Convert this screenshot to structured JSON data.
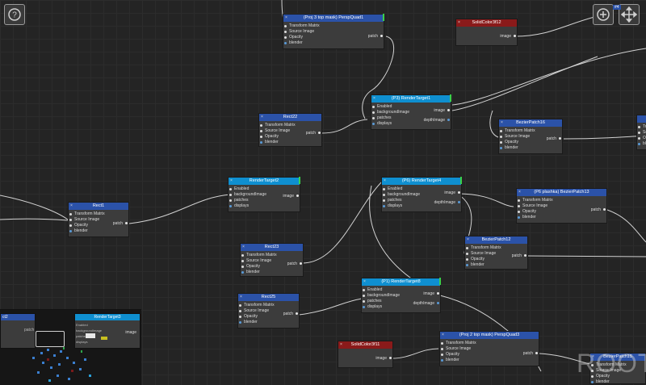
{
  "toolbar": {
    "help_icon": "help-icon",
    "zoom_icon": "zoom-in-icon",
    "pan_icon": "move-icon",
    "badge": "#4"
  },
  "watermark": "ROOT",
  "minimap": {
    "node1_title": "ct2",
    "node2_title": "RenderTarget3",
    "node2_image_label": "image",
    "node2_inputs": [
      "Enabled",
      "backgroundImage",
      "patches",
      "displays"
    ],
    "node2_patch_label": "patch"
  },
  "nodes": {
    "persp1": {
      "title": "(Proj 3 top mask) PerspQuad1",
      "inputs": [
        "Transform Matrix",
        "Source Image",
        "Opacity",
        "blender"
      ],
      "outputs": [
        "patch"
      ]
    },
    "solid2": {
      "title": "SolidColor3f12",
      "inputs": [],
      "outputs": [
        "image"
      ]
    },
    "rt1": {
      "title": "(P3) RenderTarget1",
      "inputs": [
        "Enabled",
        "backgroundImage",
        "patches",
        "displays"
      ],
      "outputs": [
        "image",
        "depthImage"
      ]
    },
    "rect22": {
      "title": "Rect22",
      "inputs": [
        "Transform Matrix",
        "Source Image",
        "Opacity",
        "blender"
      ],
      "outputs": [
        "patch"
      ]
    },
    "bezier16": {
      "title": "BezierPatch16",
      "inputs": [
        "Transform Matrix",
        "Source Image",
        "Opacity",
        "blender"
      ],
      "outputs": [
        "patch"
      ]
    },
    "rt2": {
      "title": "RenderTarget2",
      "inputs": [
        "Enabled",
        "backgroundImage",
        "patches",
        "displays"
      ],
      "outputs": [
        "image"
      ]
    },
    "rt4": {
      "title": "(P6) RenderTarget4",
      "inputs": [
        "Enabled",
        "backgroundImage",
        "patches",
        "displays"
      ],
      "outputs": [
        "image",
        "depthImage"
      ]
    },
    "bezier13": {
      "title": "(P6 plashka) BezierPatch13",
      "inputs": [
        "Transform Matrix",
        "Source Image",
        "Opacity",
        "blender"
      ],
      "outputs": [
        "patch"
      ]
    },
    "rect1": {
      "title": "Rect1",
      "inputs": [
        "Transform Matrix",
        "Source Image",
        "Opacity",
        "blender"
      ],
      "outputs": [
        "patch"
      ]
    },
    "bezier12": {
      "title": "BezierPatch12",
      "inputs": [
        "Transform Matrix",
        "Source Image",
        "Opacity",
        "blender"
      ],
      "outputs": [
        "patch"
      ]
    },
    "rect23": {
      "title": "Rect23",
      "inputs": [
        "Transform Matrix",
        "Source Image",
        "Opacity",
        "blender"
      ],
      "outputs": [
        "patch"
      ]
    },
    "rt8": {
      "title": "(P1) RenderTarget8",
      "inputs": [
        "Enabled",
        "backgroundImage",
        "patches",
        "displays"
      ],
      "outputs": [
        "image",
        "depthImage"
      ]
    },
    "rect25": {
      "title": "Rect25",
      "inputs": [
        "Transform Matrix",
        "Source Image",
        "Opacity",
        "blender"
      ],
      "outputs": [
        "patch"
      ]
    },
    "solid1": {
      "title": "SolidColor3f11",
      "inputs": [],
      "outputs": [
        "image"
      ]
    },
    "persp3": {
      "title": "(Proj 2 top mask) PerspQuad3",
      "inputs": [
        "Transform Matrix",
        "Source Image",
        "Opacity",
        "blender"
      ],
      "outputs": [
        "patch"
      ]
    },
    "bezier15": {
      "title": "BezierPatch15",
      "inputs": [
        "Transform Matrix",
        "Source Image",
        "Opacity",
        "blender"
      ],
      "outputs": []
    },
    "right1": {
      "title": "",
      "inputs": [
        "Tr",
        "So",
        "Op",
        "bl"
      ],
      "outputs": []
    }
  }
}
